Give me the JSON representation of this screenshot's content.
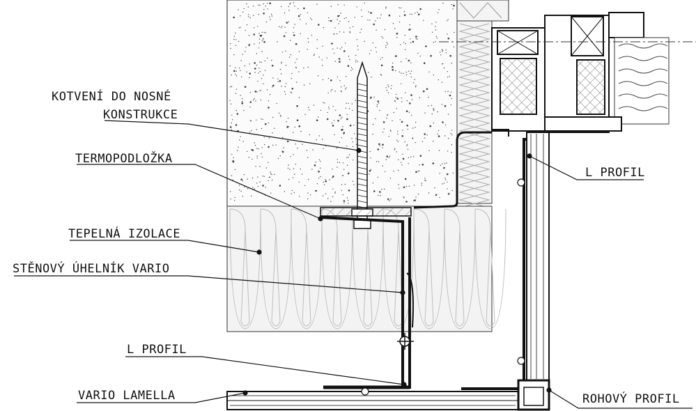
{
  "labels": {
    "kotveni_1": "KOTVENÍ DO NOSNÉ",
    "kotveni_2": "KONSTRUKCE",
    "termopodlozka": "TERMOPODLOŽKA",
    "tepelna_izolace": "TEPELNÁ IZOLACE",
    "stenovy_uhelnik": "STĚNOVÝ ÚHELNÍK VARIO",
    "l_profil_left": "L PROFIL",
    "vario_lamella": "VARIO LAMELLA",
    "l_profil_right": "L PROFIL",
    "rohovy_profil": "ROHOVÝ PROFIL"
  },
  "colors": {
    "line": "#111111",
    "concrete_dot": "#444444",
    "insulation": "#f1f1f1",
    "insulation_stroke": "#bdbdbd",
    "wall_fill": "#eeeeee"
  }
}
